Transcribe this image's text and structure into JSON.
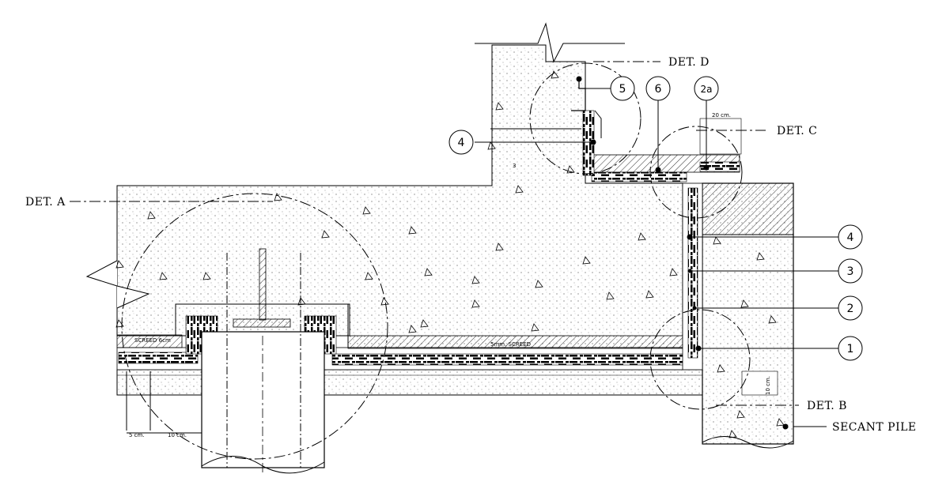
{
  "drawing": {
    "background": "#ffffff",
    "line_color": "#000000"
  },
  "labels": {
    "det_a": "DET. A",
    "det_b": "DET. B",
    "det_c": "DET. C",
    "det_d": "DET. D",
    "secant_pile": "SECANT PILE",
    "screed_5mm": "5mm. SCREED",
    "screed_left": "SCREED 6cm",
    "dim_10cm_right": "10 cm.",
    "dim_20cm": "20 cm.",
    "dim_5cm": "5 cm.",
    "dim_10cm_left": "10 cm.",
    "note_3": "3"
  },
  "callouts": {
    "c1": "1",
    "c2": "2",
    "c3": "3",
    "c4_right": "4",
    "c4_left": "4",
    "c5": "5",
    "c6": "6",
    "c2a": "2a"
  }
}
